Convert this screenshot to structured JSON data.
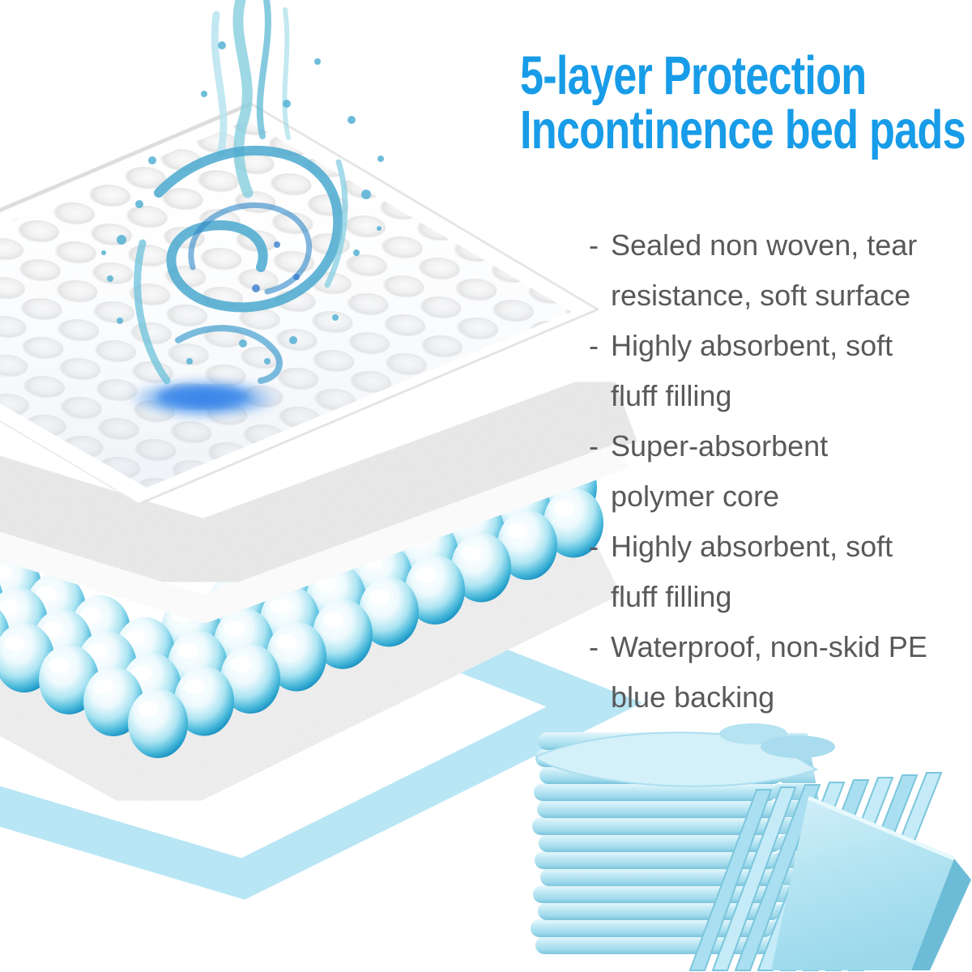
{
  "page": {
    "background": "#ffffff"
  },
  "title": {
    "line1": "5-layer Protection",
    "line2": "Incontinence bed pads",
    "color": "#189ce8"
  },
  "features": {
    "dash": "-",
    "text_color": "#58595b",
    "items": [
      "Sealed non woven, tear resistance, soft surface",
      "Highly absorbent, soft fluff filling",
      "Super-absorbent polymer core",
      "Highly absorbent, soft fluff filling",
      "Waterproof, non-skid PE blue backing"
    ]
  },
  "illustration": {
    "icons": [
      "water-splash-icon",
      "quilted-top-sheet",
      "fluff-layer",
      "polymer-bead-core",
      "fluff-layer-2",
      "blue-backing-outline"
    ],
    "colors": {
      "bead_rim": "#2fa9d2",
      "bead_deep": "#0e7fb0",
      "backing_outline": "#b8e6f5",
      "fluff_gray": "#ececec",
      "splash_blue": "#4aa9cf",
      "puddle_blue": "#3b86ea",
      "dot_gray": "#e3e3e3"
    }
  },
  "stack_photo": {
    "colors": {
      "pad_face": "#bfe7f3",
      "pad_light": "#e8f7fc",
      "pad_edge": "#8fd0e4",
      "pad_fold": "#6cbcd8"
    }
  }
}
